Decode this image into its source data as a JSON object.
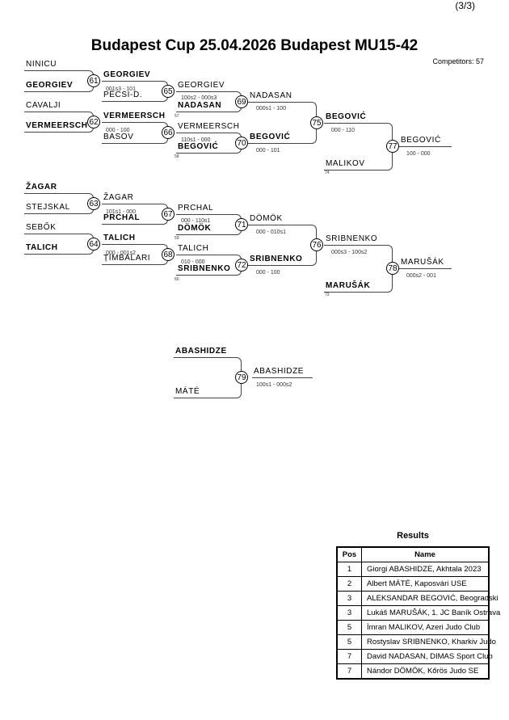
{
  "page_number": "(3/3)",
  "title": "Budapest Cup  25.04.2026  Budapest   MU15-42",
  "competitors": "Competitors: 57",
  "bracket": {
    "r1": [
      "NINICU",
      "GEORGIEV",
      "CAVALJI",
      "VERMEERSCH",
      "ŽAGAR",
      "STEJSKAL",
      "SEBŐK",
      "TALICH"
    ],
    "r2": [
      "GEORGIEV",
      "PÉCSI-D.",
      "VERMEERSCH",
      "BASOV",
      "ŽAGAR",
      "PRCHAL",
      "TALICH",
      "ȚIMBALARI"
    ],
    "r3": [
      "GEORGIEV",
      "NADASAN",
      "VERMEERSCH",
      "BEGOVIĆ",
      "PRCHAL",
      "DÖMÖK",
      "TALICH",
      "SRIBNENKO"
    ],
    "r4": [
      "NADASAN",
      "BEGOVIĆ",
      "DÖMÖK",
      "SRIBNENKO"
    ],
    "r5": [
      "BEGOVIĆ",
      "MALIKOV",
      "SRIBNENKO",
      "MARUŠÁK"
    ],
    "r6": [
      "BEGOVIĆ",
      "MARUŠÁK"
    ],
    "rep": [
      "ABASHIDZE",
      "MÁTÉ",
      "ABASHIDZE"
    ],
    "matches": [
      "61",
      "62",
      "63",
      "64",
      "65",
      "66",
      "67",
      "68",
      "69",
      "70",
      "71",
      "72",
      "75",
      "76",
      "77",
      "78",
      "79"
    ],
    "scores_r2": [
      "001s3 - 101",
      "000 - 100",
      "101s1 - 000",
      "000 - 001s2"
    ],
    "scores_r3": [
      "100s2 - 000s3",
      "110s1 - 000",
      "000 - 110s1",
      "010 - 000"
    ],
    "scores_r4": [
      "000s1 - 100",
      "000 - 101",
      "000 - 010s1",
      "000 - 100"
    ],
    "scores_r5": [
      "000 - 110",
      "000s3 - 100s2"
    ],
    "scores_r6": [
      "100 - 000",
      "000s2 - 001"
    ],
    "score_rep": "100s1 - 000s2",
    "refs": [
      "57",
      "58",
      "59",
      "60",
      "74",
      "73"
    ]
  },
  "results": {
    "title": "Results",
    "headers": [
      "Pos",
      "Name"
    ],
    "rows": [
      {
        "pos": "1",
        "name": "Giorgi ABASHIDZE, Akhtala 2023"
      },
      {
        "pos": "2",
        "name": "Albert MÁTÉ, Kaposvári USE"
      },
      {
        "pos": "3",
        "name": "ALEKSANDAR BEGOVIĆ, Beogradski"
      },
      {
        "pos": "3",
        "name": "Lukáš MARUŠÁK, 1. JC Baník Ostrava"
      },
      {
        "pos": "5",
        "name": "İmran MALIKOV, Azeri Judo Club"
      },
      {
        "pos": "5",
        "name": "Rostyslav SRIBNENKO, Kharkiv Judo"
      },
      {
        "pos": "7",
        "name": "David NADASAN, DIMAS Sport Club"
      },
      {
        "pos": "7",
        "name": "Nándor DÖMÖK, Kőrös Judo SE"
      }
    ]
  }
}
